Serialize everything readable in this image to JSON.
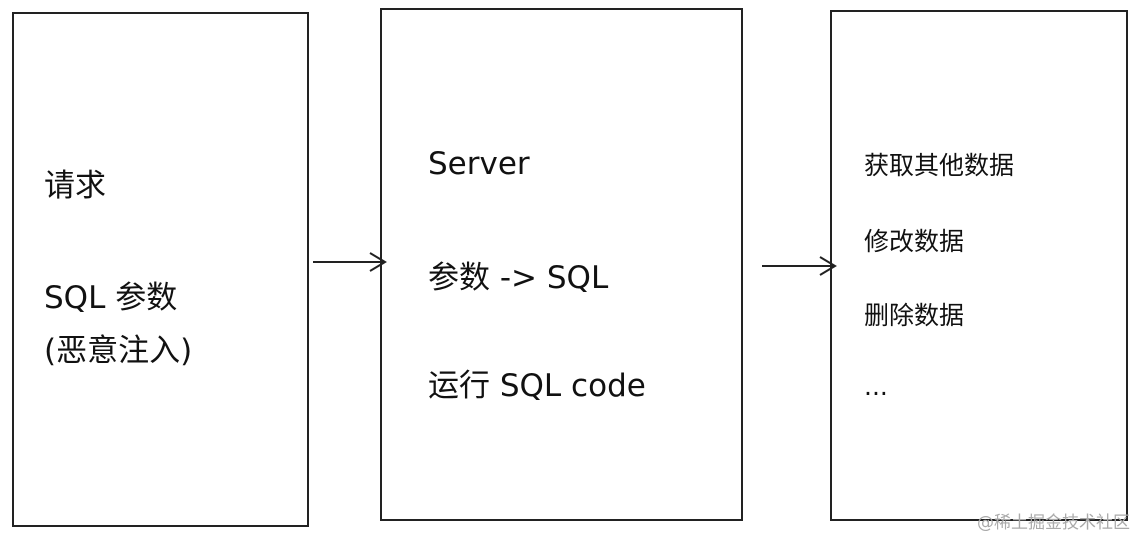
{
  "boxes": [
    {
      "lines": [
        "请求",
        "SQL 参数",
        "(恶意注入)"
      ]
    },
    {
      "lines": [
        "Server",
        "参数 -> SQL",
        "运行 SQL code"
      ]
    },
    {
      "lines": [
        "获取其他数据",
        "修改数据",
        "删除数据",
        "..."
      ]
    }
  ],
  "watermark": "@稀土掘金技术社区"
}
